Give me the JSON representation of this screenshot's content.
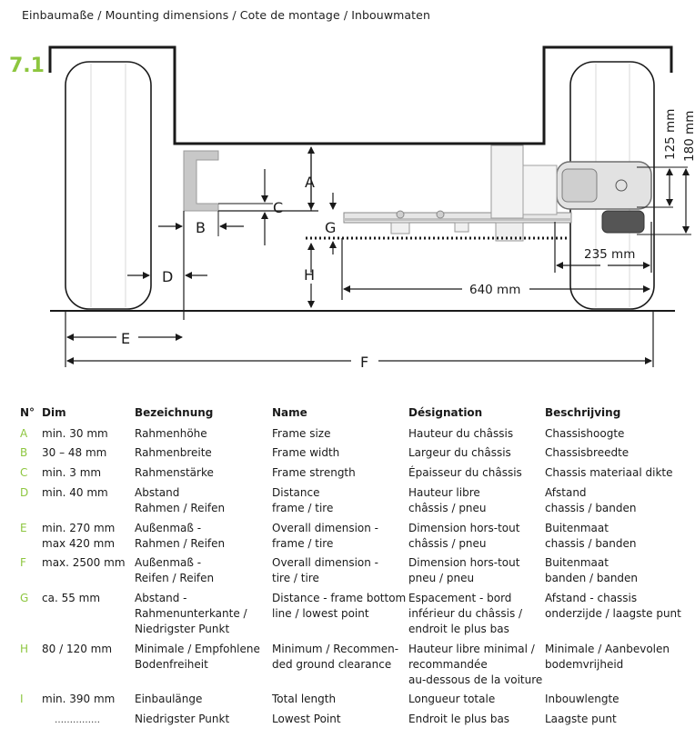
{
  "header": "Einbaumaße / Mounting dimensions / Cote de montage / Inbouwmaten",
  "section": "7.1",
  "diagram": {
    "labels": {
      "A": "A",
      "B": "B",
      "C": "C",
      "D": "D",
      "E": "E",
      "F": "F",
      "G": "G",
      "H": "H",
      "dim_640": "640 mm",
      "dim_235": "235 mm",
      "dim_125": "125 mm",
      "dim_180": "180 mm"
    }
  },
  "table": {
    "headers": {
      "no": "N°",
      "dim": "Dim",
      "de": "Bezeichnung",
      "en": "Name",
      "fr": "Désignation",
      "nl": "Beschrijving"
    },
    "rows": [
      {
        "id": "A",
        "dim": "min. 30 mm",
        "de": "Rahmenhöhe",
        "en": "Frame size",
        "fr": "Hauteur du châssis",
        "nl": "Chassishoogte"
      },
      {
        "id": "B",
        "dim": "30 – 48 mm",
        "de": "Rahmenbreite",
        "en": "Frame width",
        "fr": "Largeur du châssis",
        "nl": "Chassisbreedte"
      },
      {
        "id": "C",
        "dim": "min. 3 mm",
        "de": "Rahmenstärke",
        "en": "Frame strength",
        "fr": "Épaisseur du châssis",
        "nl": "Chassis materiaal dikte"
      },
      {
        "id": "D",
        "dim": "min. 40 mm",
        "de": "Abstand\nRahmen / Reifen",
        "en": "Distance\nframe / tire",
        "fr": "Hauteur libre\nchâssis / pneu",
        "nl": "Afstand\nchassis / banden"
      },
      {
        "id": "E",
        "dim": "min. 270 mm\nmax 420 mm",
        "de": "Außenmaß -\nRahmen / Reifen",
        "en": "Overall dimension -\nframe / tire",
        "fr": "Dimension hors-tout\nchâssis / pneu",
        "nl": "Buitenmaat\nchassis / banden"
      },
      {
        "id": "F",
        "dim": "max. 2500 mm",
        "de": "Außenmaß -\nReifen / Reifen",
        "en": "Overall dimension -\ntire / tire",
        "fr": "Dimension hors-tout\npneu / pneu",
        "nl": "Buitenmaat\nbanden / banden"
      },
      {
        "id": "G",
        "dim": "ca. 55 mm",
        "de": "Abstand -\nRahmenunterkante /\nNiedrigster Punkt",
        "en": "Distance - frame bottom\nline / lowest point",
        "fr": "Espacement - bord\ninférieur du châssis /\nendroit le plus bas",
        "nl": "Afstand - chassis\nonderzijde / laagste punt"
      },
      {
        "id": "H",
        "dim": "80 / 120 mm",
        "de": "Minimale / Empfohlene\nBodenfreiheit",
        "en": "Minimum / Recommen-\nded ground clearance",
        "fr": "Hauteur libre minimal /\nrecommandée\nau-dessous de la voiture",
        "nl": "Minimale / Aanbevolen\nbodemvrijheid"
      },
      {
        "id": "I",
        "dim": "min. 390 mm",
        "de": "Einbaulänge",
        "en": "Total length",
        "fr": "Longueur totale",
        "nl": "Inbouwlengte"
      },
      {
        "id": "",
        "dim": "……………",
        "de": "Niedrigster Punkt",
        "en": "Lowest Point",
        "fr": "Endroit le plus bas",
        "nl": "Laagste punt"
      }
    ]
  }
}
